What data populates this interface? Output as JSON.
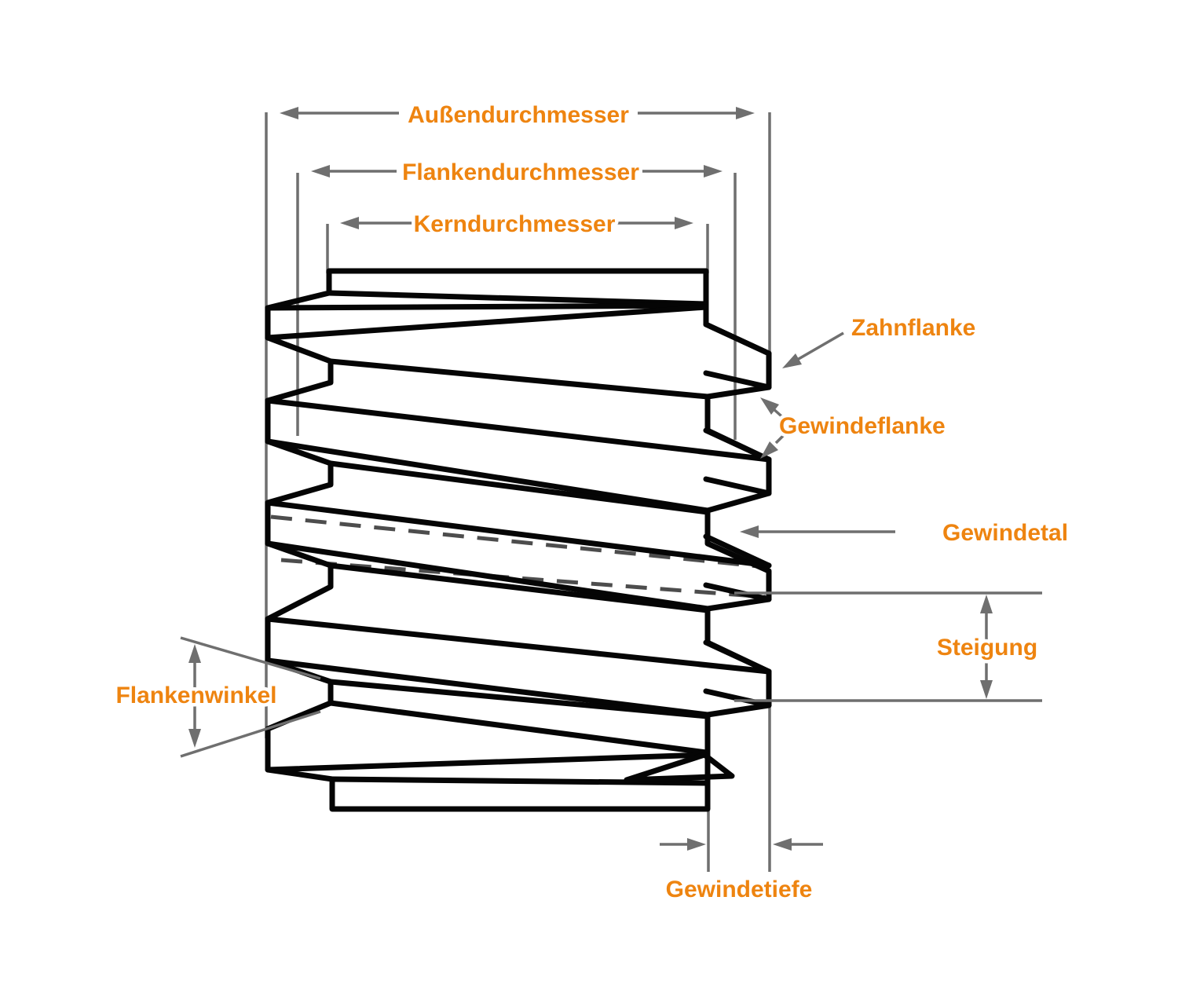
{
  "diagram": {
    "labels": {
      "aussendurchmesser": "Außendurchmesser",
      "flankendurchmesser": "Flankendurchmesser",
      "kerndurchmesser": "Kerndurchmesser",
      "zahnflanke": "Zahnflanke",
      "gewindeflanke": "Gewindeflanke",
      "gewindetal": "Gewindetal",
      "steigung": "Steigung",
      "flankenwinkel": "Flankenwinkel",
      "gewindetiefe": "Gewindetiefe"
    },
    "colors": {
      "label_text": "#EE8410",
      "dimension_lines": "#6F6F6F",
      "outline": "#050505",
      "hidden_lines": "#4D4D4D",
      "background": "#FFFFFF"
    }
  }
}
